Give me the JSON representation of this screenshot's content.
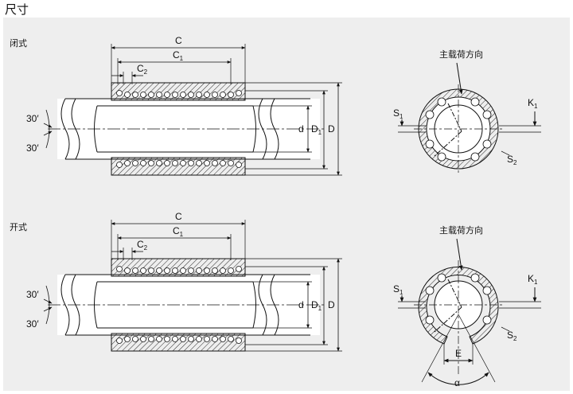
{
  "page": {
    "title": "尺寸"
  },
  "closed": {
    "label": "闭式",
    "dims": {
      "C": "C",
      "C1": "C",
      "C1_sub": "1",
      "C2": "C",
      "C2_sub": "2",
      "d": "d",
      "D1": "D",
      "D1_sub": "1",
      "D": "D",
      "angle_top": "30′",
      "angle_bottom": "30′"
    },
    "section": {
      "load_direction": "主载荷方向",
      "S1": "S",
      "S1_sub": "1",
      "K1": "K",
      "K1_sub": "1",
      "S2": "S",
      "S2_sub": "2"
    }
  },
  "open": {
    "label": "开式",
    "dims": {
      "C": "C",
      "C1": "C",
      "C1_sub": "1",
      "C2": "C",
      "C2_sub": "2",
      "d": "d",
      "D1": "D",
      "D1_sub": "1",
      "D": "D",
      "angle_top": "30′",
      "angle_bottom": "30′"
    },
    "section": {
      "load_direction": "主载荷方向",
      "S1": "S",
      "S1_sub": "1",
      "K1": "K",
      "K1_sub": "1",
      "S2": "S",
      "S2_sub": "2",
      "E": "E",
      "alpha": "α"
    }
  },
  "colors": {
    "panel": "#eeeeee",
    "line": "#111111",
    "fill": "#ffffff"
  }
}
